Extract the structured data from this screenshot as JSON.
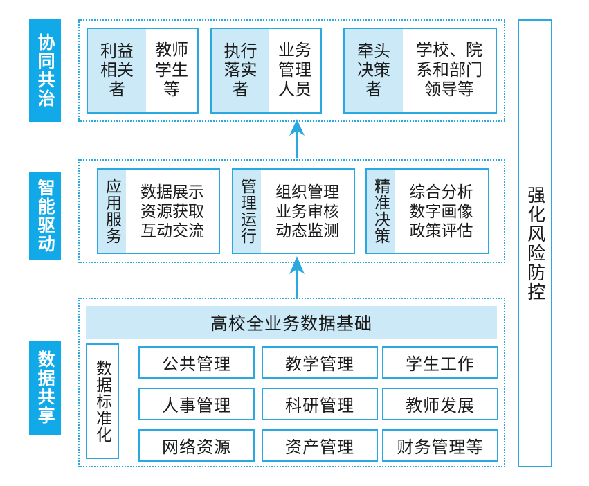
{
  "colors": {
    "accent": "#11a9e8",
    "border": "#29a9e0",
    "pane_fill": "#cbe9f7",
    "text": "#1a1a1a",
    "background": "#ffffff"
  },
  "bands": [
    {
      "id": "collaborative-governance",
      "side_label": "协同共治",
      "cards": [
        {
          "role": "利益相关者",
          "detail": "教师学生等",
          "detail_lines": [
            "教师",
            "学生",
            "等"
          ]
        },
        {
          "role": "执行落实者",
          "detail": "业务管理人员",
          "detail_lines": [
            "业务",
            "管理",
            "人员"
          ]
        },
        {
          "role": "牵头决策者",
          "detail": "学校、院系和部门领导等",
          "detail_lines": [
            "学校、院",
            "系和部门",
            "领导等"
          ]
        }
      ]
    },
    {
      "id": "intelligent-drive",
      "side_label": "智能驱动",
      "cards": [
        {
          "role": "应用服务",
          "detail_lines": [
            "数据展示",
            "资源获取",
            "互动交流"
          ]
        },
        {
          "role": "管理运行",
          "detail_lines": [
            "组织管理",
            "业务审核",
            "动态监测"
          ]
        },
        {
          "role": "精准决策",
          "detail_lines": [
            "综合分析",
            "数字画像",
            "政策评估"
          ]
        }
      ]
    },
    {
      "id": "data-sharing",
      "side_label": "数据共享",
      "banner": "高校全业务数据基础",
      "standardization": "数据标准化",
      "domains": [
        [
          "公共管理",
          "教学管理",
          "学生工作"
        ],
        [
          "人事管理",
          "科研管理",
          "教师发展"
        ],
        [
          "网络资源",
          "资产管理",
          "财务管理等"
        ]
      ]
    }
  ],
  "risk_column": {
    "label": "强化风险防控"
  },
  "arrows": [
    {
      "name": "arrow-drive-to-governance",
      "direction": "up"
    },
    {
      "name": "arrow-data-to-drive",
      "direction": "up"
    }
  ]
}
